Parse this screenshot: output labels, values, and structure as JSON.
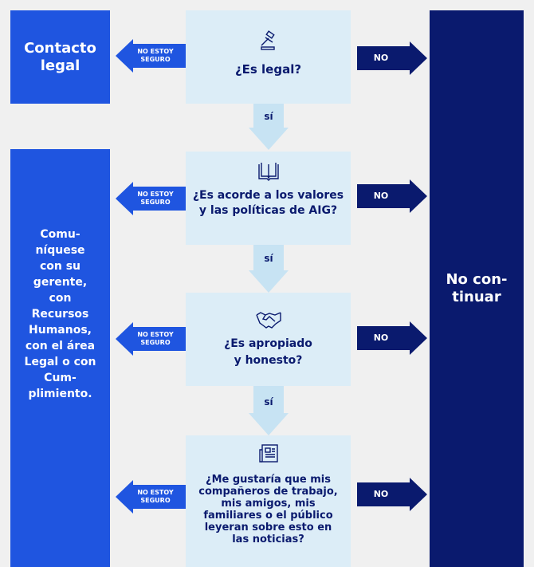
{
  "left_top": "Contacto\nlegal",
  "left_bottom": "Comu-\nníquese\ncon su\ngerente,\ncon\nRecursos\nHumanos,\ncon el área\nLegal o con\nCum-\nplimiento.",
  "right": "No con-\ntinuar",
  "questions": [
    {
      "text": "¿Es legal?",
      "icon": "gavel-icon"
    },
    {
      "text": "¿Es acorde a los valores\ny las políticas de AIG?",
      "icon": "book-icon"
    },
    {
      "text": "¿Es apropiado\ny honesto?",
      "icon": "handshake-icon"
    },
    {
      "text": "¿Me gustaría que mis\ncompañeros de trabajo,\nmis amigos, mis\nfamiliares o el público\nleyeran sobre esto en\nlas noticias?",
      "icon": "newspaper-icon"
    }
  ],
  "unsure_label": "NO ESTOY\nSEGURO",
  "no_label": "NO",
  "yes_label": "sí",
  "colors": {
    "blue": "#1f55e0",
    "navy": "#0a1a6e",
    "light": "#dcedf7",
    "arrow_light": "#c7e3f3"
  }
}
